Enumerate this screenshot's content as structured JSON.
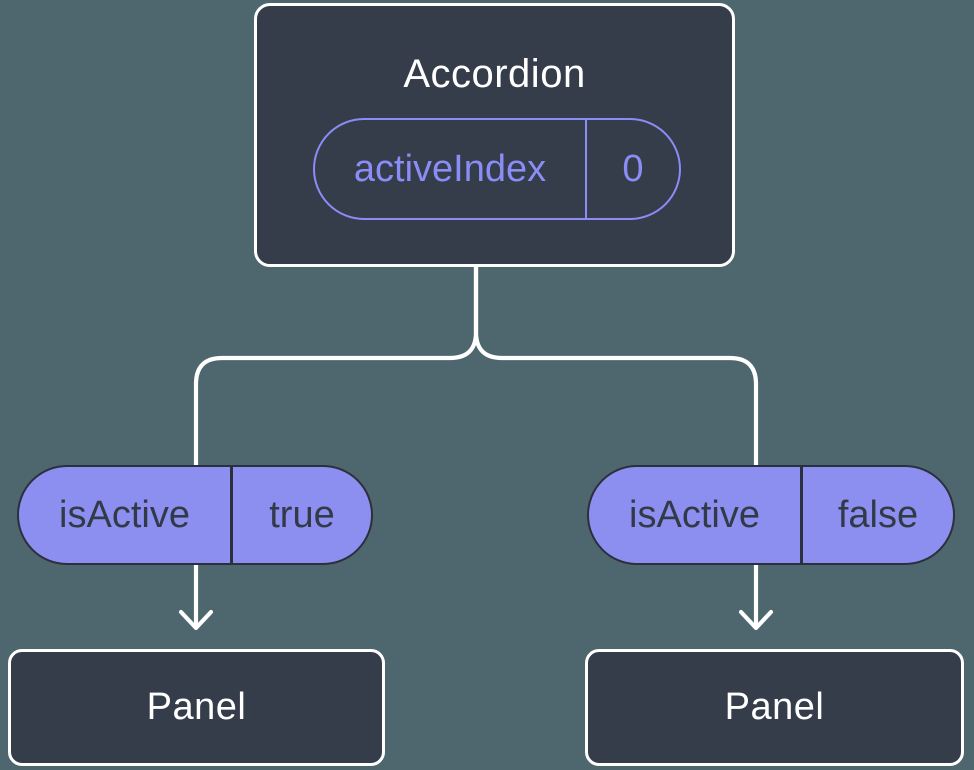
{
  "colors": {
    "bg": "#4E666E",
    "node-bg": "#353C4A",
    "node-border": "#FFFFFF",
    "title-text": "#FFFFFF",
    "purple": "#8A8DF5",
    "pill-fill": "#8C8FF0",
    "pill-border": "#2B303D",
    "pill-text": "#333A47",
    "line": "#FFFFFF"
  },
  "diagram": {
    "type": "component-tree",
    "root": {
      "title": "Accordion",
      "state": {
        "name": "activeIndex",
        "value": "0"
      }
    },
    "children": [
      {
        "prop": {
          "name": "isActive",
          "value": "true"
        },
        "title": "Panel"
      },
      {
        "prop": {
          "name": "isActive",
          "value": "false"
        },
        "title": "Panel"
      }
    ]
  }
}
